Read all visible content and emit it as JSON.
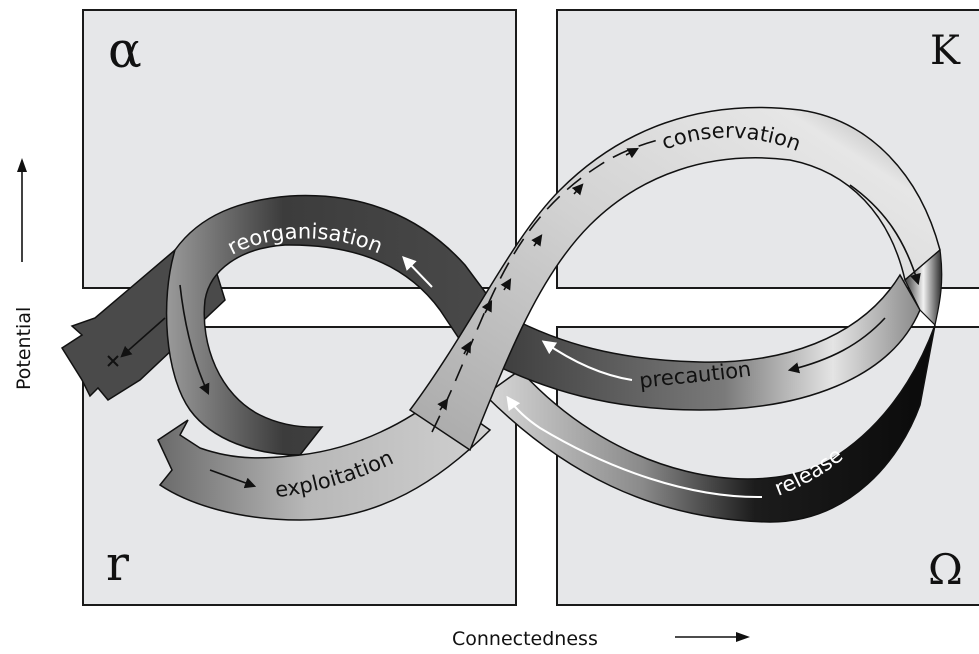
{
  "axes": {
    "y_label": "Potential",
    "x_label": "Connectedness"
  },
  "phases": {
    "alpha": "α",
    "k": "K",
    "r": "r",
    "omega": "Ω"
  },
  "band_labels": {
    "reorganisation": "reorganisation",
    "conservation": "conservation",
    "precaution": "precaution",
    "exploitation": "exploitation",
    "release": "release"
  },
  "colors": {
    "panel_fill": "#e6e7e9",
    "panel_stroke": "#1a1a1a",
    "band_dark": "#3b3b3b",
    "band_light": "#c9c9c9",
    "band_black": "#111111"
  }
}
